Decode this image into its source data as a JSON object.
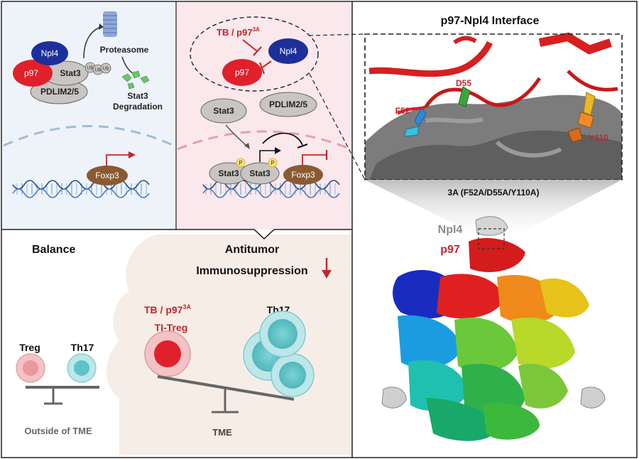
{
  "panel_a": {
    "proteasome": "Proteasome",
    "npl4": "Npl4",
    "p97": "p97",
    "stat3": "Stat3",
    "ub1": "Ub",
    "ub2": "Ub",
    "ub3": "Ub",
    "pdlim": "PDLIM2/5",
    "degradation_line1": "Stat3",
    "degradation_line2": "Degradation",
    "foxp3": "Foxp3"
  },
  "panel_b": {
    "inhibitor_base": "TB / p97",
    "inhibitor_sup": "3A",
    "npl4": "Npl4",
    "p97": "p97",
    "stat3": "Stat3",
    "pdlim": "PDLIM2/5",
    "stat3_a": "Stat3",
    "stat3_b": "Stat3",
    "p_a": "P",
    "p_b": "P",
    "foxp3": "Foxp3"
  },
  "panel_c": {
    "title": "p97-Npl4 Interface",
    "res_d55": "D55",
    "res_f52": "F52",
    "res_y110": "Y110",
    "mutant": "3A (F52A/D55A/Y110A)",
    "npl4": "Npl4",
    "p97": "p97"
  },
  "panel_d": {
    "balance": "Balance",
    "treg": "Treg",
    "th17_left": "Th17",
    "outside": "Outside of TME",
    "antitumor": "Antitumor",
    "immuno": "Immunosuppression",
    "tb_base": "TB / p97",
    "tb_sup": "3A",
    "tiltreg": "TI-Treg",
    "th17_right": "Th17",
    "tme": "TME"
  },
  "colors": {
    "red": "#e0202a",
    "dark_red": "#c0272d",
    "npl4_blue": "#1d2f9a",
    "grey_oval": "#c9c5c2",
    "foxp3_brown": "#8a5a32",
    "panel_a_bg": "#eef3fa",
    "panel_b_bg": "#fbe8ec",
    "panel_d_bg": "#f6ede7",
    "teal": "#5cc4c8"
  }
}
